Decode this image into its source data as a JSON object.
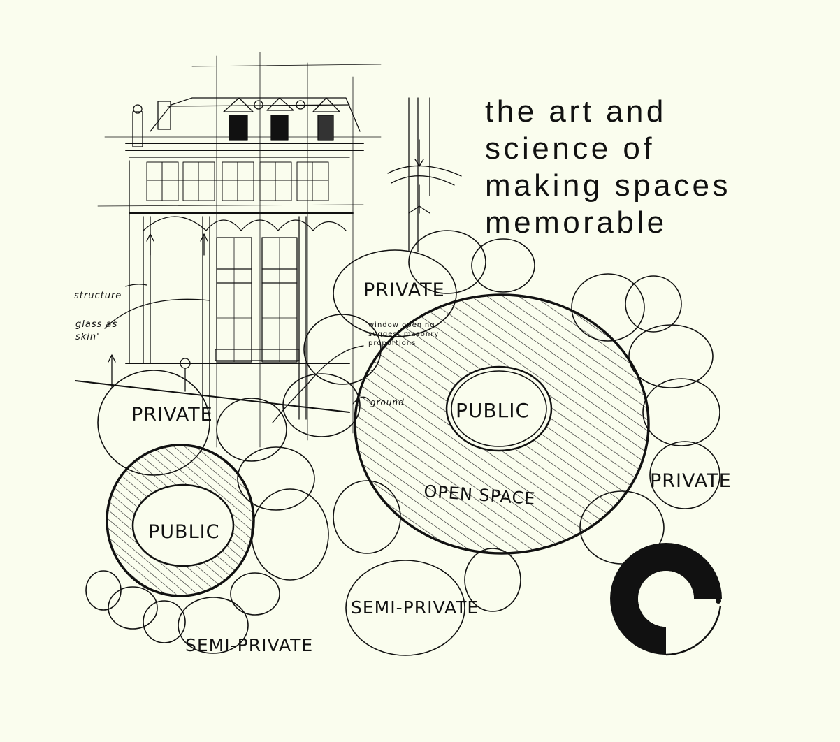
{
  "tagline": {
    "line1": "the art and",
    "line2": "science of",
    "line3": "making spaces",
    "line4": "memorable"
  },
  "sketch_labels": {
    "private_top": "PRIVATE",
    "private_left": "PRIVATE",
    "private_right": "PRIVATE",
    "public_main": "PUBLIC",
    "public_small": "PUBLIC",
    "open_space": "OPEN SPACE",
    "semi_private_center": "SEMI-PRIVATE",
    "semi_private_bottom": "SEMI-PRIVATE",
    "note_structure": "structure",
    "note_glass_1": "glass as",
    "note_glass_2": "skin'",
    "note_ground": "ground",
    "note_window_1": "window opening",
    "note_window_2": "suggest masonry",
    "note_window_3": "proportions"
  },
  "colors": {
    "background": "#fafdee",
    "ink": "#111111"
  },
  "icons": {
    "logo": "c-shaped-ring-logo"
  }
}
